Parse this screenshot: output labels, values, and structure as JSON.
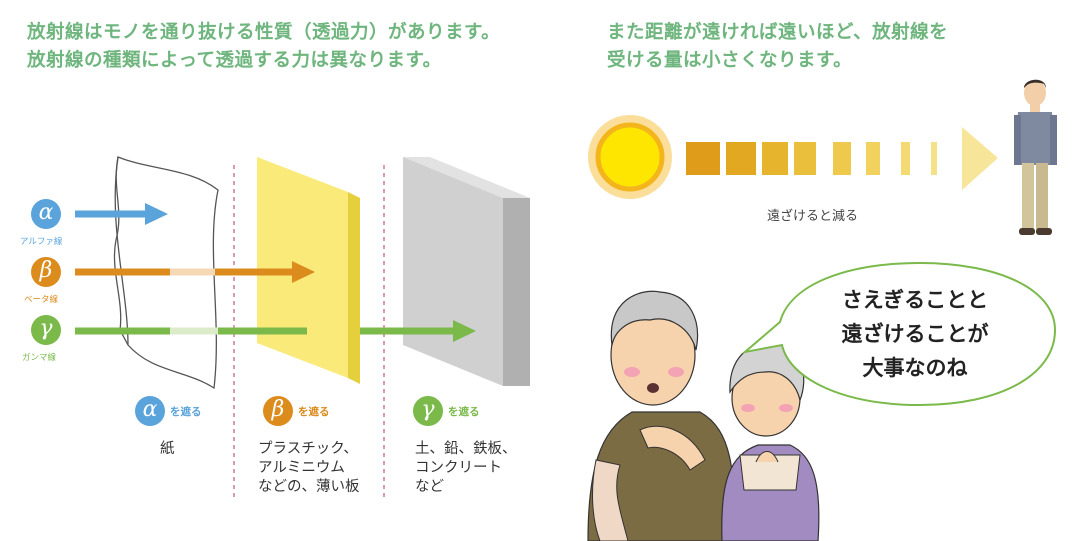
{
  "captions": {
    "left": [
      "放射線はモノを通り抜ける性質（透過力）があります。",
      "放射線の種類によって透過する力は異なります。"
    ],
    "right": [
      "また距離が遠ければ遠いほど、放射線を",
      "受ける量は小さくなります。"
    ]
  },
  "radiation_types": [
    {
      "symbol": "α",
      "name": "アルファ線",
      "color": "#5aa3db"
    },
    {
      "symbol": "β",
      "name": "ベータ線",
      "color": "#dc8b1d"
    },
    {
      "symbol": "γ",
      "name": "ガンマ線",
      "color": "#7ab94a"
    }
  ],
  "blockers": [
    {
      "symbol": "α",
      "label": "を遮る",
      "color": "#5aa3db",
      "materials": [
        "紙"
      ]
    },
    {
      "symbol": "β",
      "label": "を遮る",
      "color": "#dc8b1d",
      "materials": [
        "プラスチック、",
        "アルミニウム",
        "などの、薄い板"
      ]
    },
    {
      "symbol": "γ",
      "label": "を遮る",
      "color": "#7ab94a",
      "materials": [
        "土、鉛、鉄板、",
        "コンクリート",
        "など"
      ]
    }
  ],
  "distance_caption": "遠ざけると減る",
  "speech_bubble": [
    "さえぎることと",
    "遠ざけることが",
    "大事なのね"
  ],
  "colors": {
    "caption": "#6fb57e",
    "alpha": "#5aa3db",
    "beta": "#dc8b1d",
    "gamma": "#7ab94a",
    "plastic_plate": "#f9ea7a",
    "concrete_block": "#cbcbcb",
    "sun": "#ffe600",
    "distance_arrow": "#e0a31f"
  }
}
